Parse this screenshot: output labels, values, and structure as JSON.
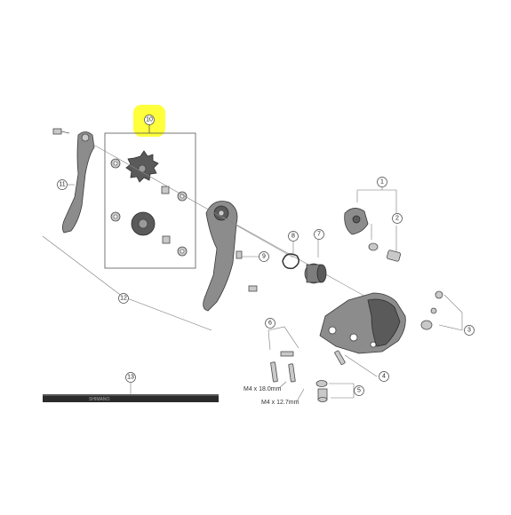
{
  "callouts": {
    "c1": "1",
    "c2": "2",
    "c3": "3",
    "c4": "4",
    "c5": "5",
    "c6": "6",
    "c7": "7",
    "c8": "8",
    "c9": "9",
    "c10": "10",
    "c11": "11",
    "c12": "12",
    "c13": "13"
  },
  "screw_labels": {
    "m4_18": "M4 x 18.0mm",
    "m4_12": "M4 x 12.7mm"
  },
  "cable_housing_text": "SHIMANO",
  "highlight_color": "#ffff3c"
}
